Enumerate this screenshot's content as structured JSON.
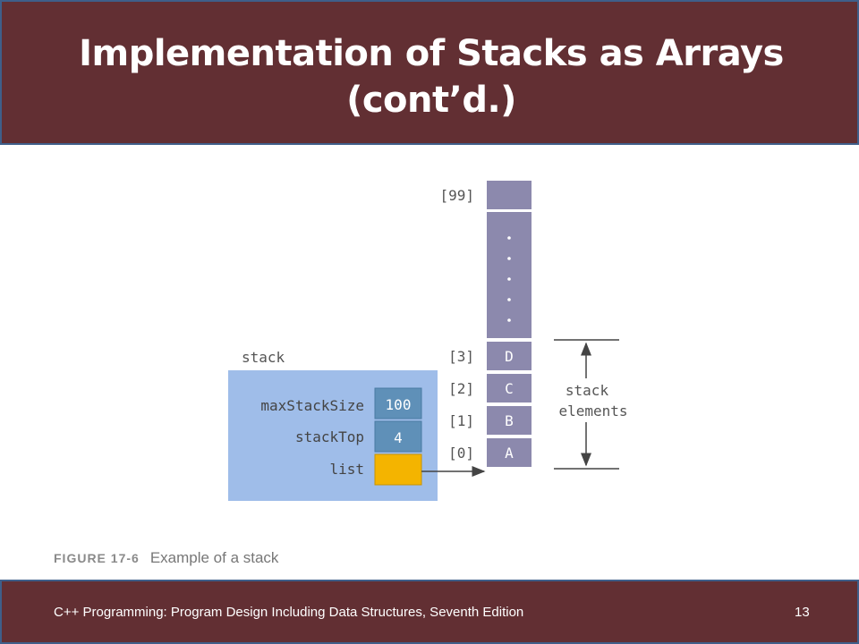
{
  "slide": {
    "title_line1": "Implementation of Stacks as Arrays",
    "title_line2": "(cont’d.)",
    "footer_text": "C++ Programming: Program Design Including Data Structures, Seventh Edition",
    "page_number": "13"
  },
  "figure": {
    "stack_label": "stack",
    "fields": [
      {
        "name": "maxStackSize",
        "value": "100"
      },
      {
        "name": "stackTop",
        "value": "4"
      },
      {
        "name": "list",
        "value": ""
      }
    ],
    "array_cells": [
      {
        "index": "[99]",
        "value": ""
      },
      {
        "index": "",
        "value": ".\n.\n.\n.\n."
      },
      {
        "index": "[3]",
        "value": "D"
      },
      {
        "index": "[2]",
        "value": "C"
      },
      {
        "index": "[1]",
        "value": "B"
      },
      {
        "index": "[0]",
        "value": "A"
      }
    ],
    "bracket_label_line1": "stack",
    "bracket_label_line2": "elements",
    "caption_label": "FIGURE 17-6",
    "caption_text": "Example of a stack"
  },
  "colors": {
    "header_bg": "#622f33",
    "stack_box": "#9fbde9",
    "field_box": "#5f90b8",
    "list_box": "#f4b400",
    "array_cell": "#8c89ad"
  }
}
